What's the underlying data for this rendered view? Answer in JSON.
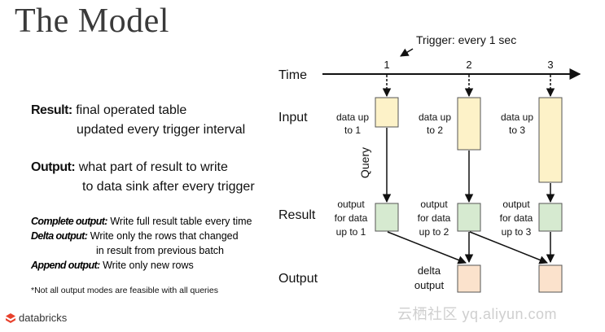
{
  "title": "The Model",
  "definitions": {
    "result_term": "Result:",
    "result_line1": "final operated table",
    "result_line2": "updated every trigger interval",
    "output_term": "Output:",
    "output_line1": "what part of result to write",
    "output_line2": "to data sink after every trigger"
  },
  "modes": {
    "complete_term": "Complete output:",
    "complete_desc": "Write full result table every time",
    "delta_term": "Delta output:",
    "delta_desc1": "Write only the rows that changed",
    "delta_desc2": "in result from previous batch",
    "append_term": "Append output:",
    "append_desc": "Write only new rows"
  },
  "footnote": "*Not all output modes are feasible with all queries",
  "brand": "databricks",
  "watermark": "云栖社区 yq.aliyun.com",
  "diagram": {
    "trigger_label": "Trigger: every 1 sec",
    "row_labels": {
      "time": "Time",
      "input": "Input",
      "result": "Result",
      "output": "Output"
    },
    "ticks": [
      "1",
      "2",
      "3"
    ],
    "query_label": "Query",
    "inputs": [
      {
        "line1": "data up",
        "line2": "to 1"
      },
      {
        "line1": "data up",
        "line2": "to 2"
      },
      {
        "line1": "data up",
        "line2": "to 3"
      }
    ],
    "results": [
      {
        "line1": "output",
        "line2": "for data",
        "line3": "up to 1"
      },
      {
        "line1": "output",
        "line2": "for data",
        "line3": "up to 2"
      },
      {
        "line1": "output",
        "line2": "for data",
        "line3": "up to 3"
      }
    ],
    "delta_output": {
      "line1": "delta",
      "line2": "output"
    },
    "colors": {
      "input_fill": "#fdf2c8",
      "result_fill": "#d6ead0",
      "output_fill": "#fbe2cc",
      "box_stroke": "#555555",
      "logo_red": "#e8412c"
    }
  }
}
